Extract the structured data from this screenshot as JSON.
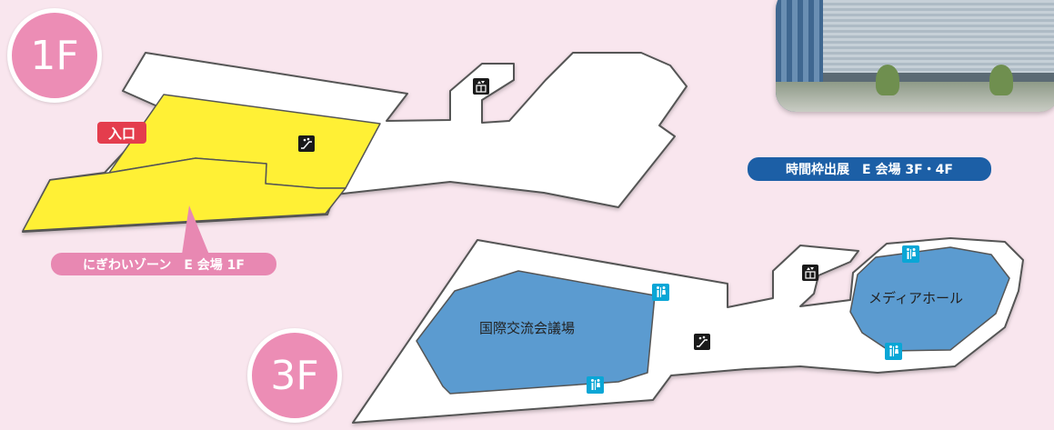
{
  "floors": {
    "first": {
      "badge": "1F"
    },
    "third": {
      "badge": "3F"
    }
  },
  "labels": {
    "entrance": "入口",
    "zone": "にぎわいゾーン　E 会場 1F",
    "timed_exhibit": "時間枠出展　E 会場 3F・4F",
    "international_hall": "国際交流会議場",
    "media_hall": "メディアホール"
  },
  "colors": {
    "background": "#f9e6ee",
    "floor_fill": "#ffffff",
    "highlight_zone": "#fff035",
    "exhibit_rooms": "#5b9bd0",
    "badge_pink": "#ec8db5",
    "entrance_red": "#e43d4d",
    "timed_pill_blue": "#1c5fa6",
    "restroom_cyan": "#0aa6d6"
  },
  "icons": {
    "elevator": "elevator-icon",
    "escalator": "escalator-icon",
    "restroom": "restroom-icon"
  }
}
